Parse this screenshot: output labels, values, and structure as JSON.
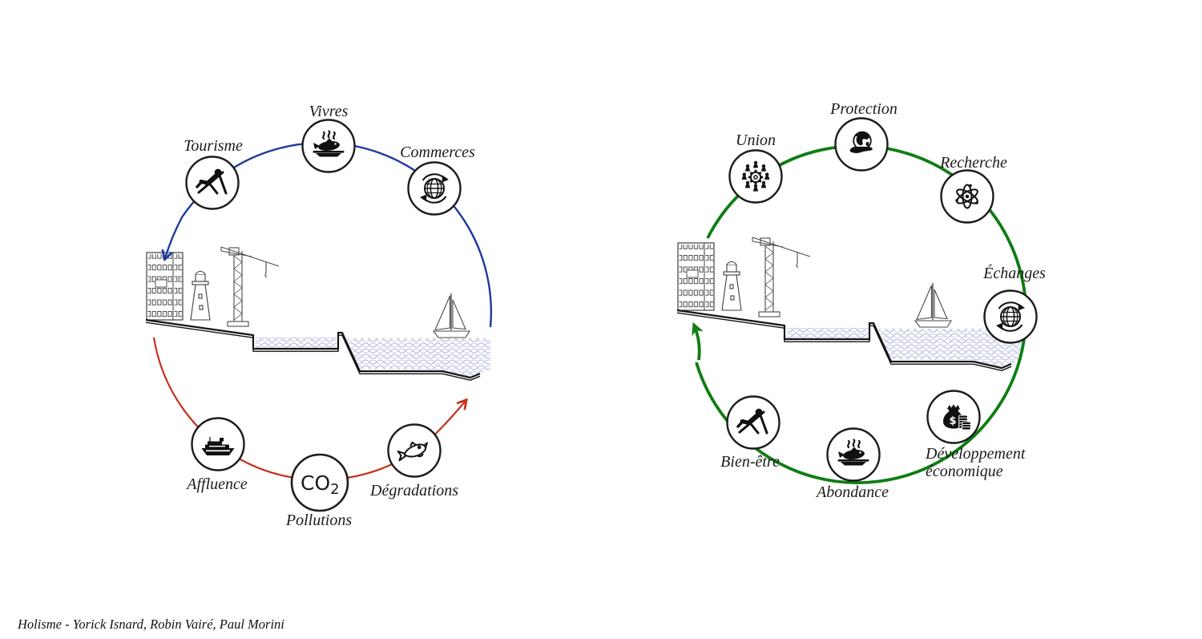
{
  "caption": "Holisme - Yorick Isnard, Robin Vairé, Paul Morini",
  "colors": {
    "inflow_arc": "#1e3a9c",
    "decline_arc": "#c5301d",
    "positive_arc": "#0e7d12",
    "node_stroke": "#1c1c1c",
    "water": "#aeb3d9",
    "text": "#1b1b1b"
  },
  "left_cycle": {
    "name": "cycle-degradation",
    "nodes": [
      {
        "label": "Tourisme",
        "icon": "deckchair"
      },
      {
        "label": "Vivres",
        "icon": "fish-dish"
      },
      {
        "label": "Commerces",
        "icon": "globe-trade"
      },
      {
        "label": "Affluence",
        "icon": "cruise-ship"
      },
      {
        "label": "Pollutions",
        "icon": "co2",
        "icon_text": "CO",
        "icon_text_sub": "2"
      },
      {
        "label": "Dégradations",
        "icon": "dead-fish"
      }
    ]
  },
  "right_cycle": {
    "name": "cycle-vertueux",
    "nodes": [
      {
        "label": "Union",
        "icon": "team-gear"
      },
      {
        "label": "Protection",
        "icon": "earth-hand"
      },
      {
        "label": "Recherche",
        "icon": "atom"
      },
      {
        "label": "Échanges",
        "icon": "globe-trade"
      },
      {
        "label": "Développement économique",
        "lines": [
          "Développement",
          "économique"
        ],
        "icon": "money-bag",
        "icon_symbol": "$"
      },
      {
        "label": "Abondance",
        "icon": "fish-dish"
      },
      {
        "label": "Bien-être",
        "icon": "deckchair"
      }
    ]
  }
}
